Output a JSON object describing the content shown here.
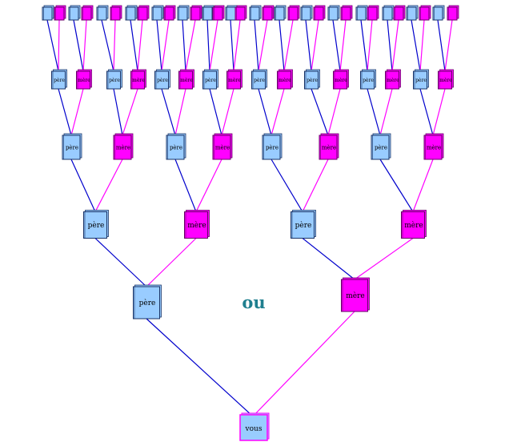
{
  "labels": {
    "father": "père",
    "mother": "mère",
    "you": "vous",
    "or": "ou"
  },
  "colors": {
    "father_fill": "#99ccff",
    "father_line": "#0000cc",
    "mother_fill": "#ff00ff",
    "mother_line": "#ff00ff",
    "you_fill": "#99ccff",
    "you_border": "#ff00ff",
    "text": "#000000",
    "or_text": "#1f7f8f"
  },
  "tree": {
    "generations": 5,
    "root": "you",
    "unlabeled_generation": 5
  }
}
